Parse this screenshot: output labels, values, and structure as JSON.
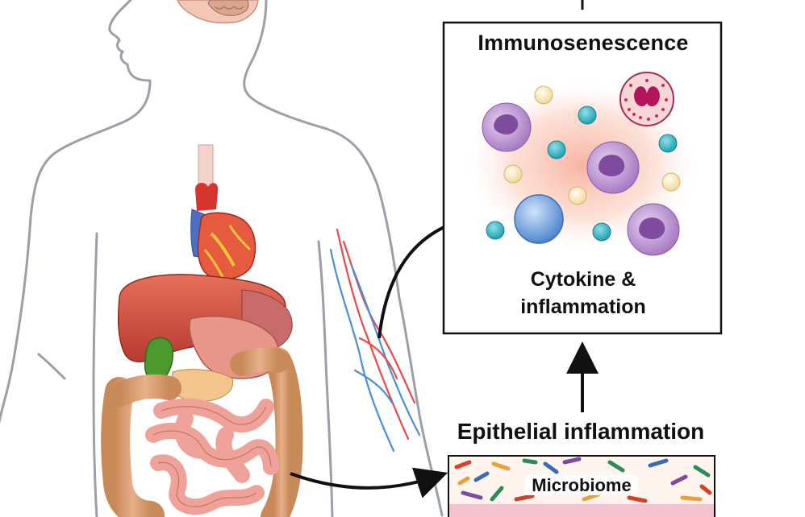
{
  "immunosenescence_panel": {
    "title": "Immunosenescence",
    "caption_line1": "Cytokine &",
    "caption_line2": "inflammation"
  },
  "epithelial_panel": {
    "title": "Epithelial inflammation",
    "microbiome_label": "Microbiome"
  },
  "colors": {
    "outline": "#9aa0a8",
    "arrow": "#111111",
    "panel_border": "#111111",
    "cell_purple": "#b58acb",
    "cell_blue": "#6aa2df",
    "cytokine_teal": "#2ab1c0",
    "cytokine_cream": "#f6e6b8",
    "inflammation_glow": "#f9b9a6"
  }
}
